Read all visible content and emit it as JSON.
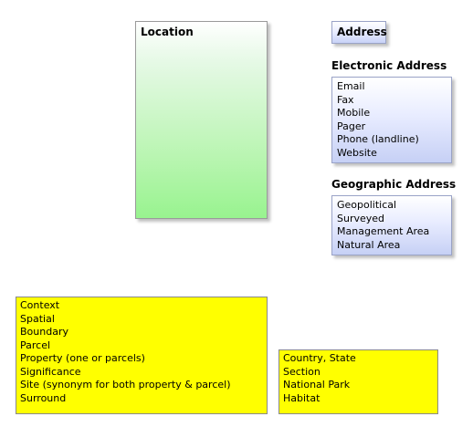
{
  "location": {
    "title": "Location"
  },
  "address": {
    "title": "Address"
  },
  "electronic_address": {
    "heading": "Electronic Address",
    "items": [
      "Email",
      "Fax",
      "Mobile",
      "Pager",
      "Phone (landline)",
      "Website"
    ]
  },
  "geographic_address": {
    "heading": "Geographic Address",
    "items": [
      "Geopolitical",
      "Surveyed",
      "Management Area",
      "Natural Area"
    ]
  },
  "location_notes": {
    "items": [
      "Context",
      "Spatial",
      "Boundary",
      "Parcel",
      "Property (one or parcels)",
      "Significance",
      "Site (synonym for both property & parcel)",
      "Surround"
    ]
  },
  "geographic_notes": {
    "items": [
      "Country, State",
      "Section",
      "National Park",
      "Habitat"
    ]
  },
  "colors": {
    "location_fill": "#98f38f",
    "address_fill": "#c8d2f7",
    "note_fill": "#ffff00"
  }
}
